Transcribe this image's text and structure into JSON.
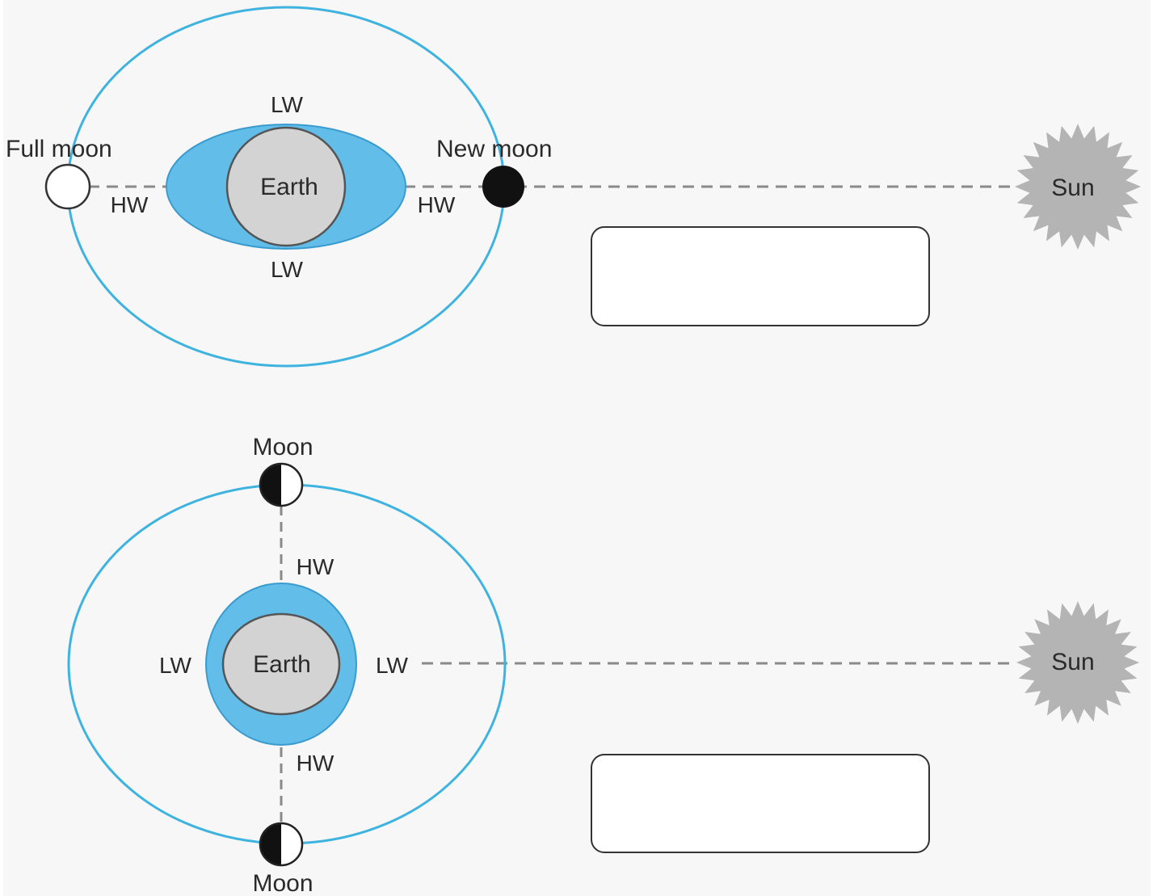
{
  "top_diagram": {
    "full_moon_label": "Full moon",
    "new_moon_label": "New moon",
    "earth_label": "Earth",
    "sun_label": "Sun",
    "lw_top": "LW",
    "lw_bottom": "LW",
    "hw_left": "HW",
    "hw_right": "HW",
    "answer_box_text": ""
  },
  "bottom_diagram": {
    "moon_top_label": "Moon",
    "moon_bottom_label": "Moon",
    "earth_label": "Earth",
    "sun_label": "Sun",
    "lw_left": "LW",
    "lw_right": "LW",
    "hw_top": "HW",
    "hw_bottom": "HW",
    "answer_box_text": ""
  },
  "colors": {
    "background": "#f7f7f7",
    "orbit": "#3fb3e0",
    "tidal_bulge": "#62bde9",
    "earth": "#d3d3d3",
    "sun": "#b4b4b4",
    "new_moon": "#111111",
    "dashed_line": "#8a8a8a"
  },
  "icons": {
    "sun": "sun-icon",
    "full_moon": "full-moon-icon",
    "new_moon": "new-moon-icon",
    "quarter_moon": "half-moon-icon"
  }
}
